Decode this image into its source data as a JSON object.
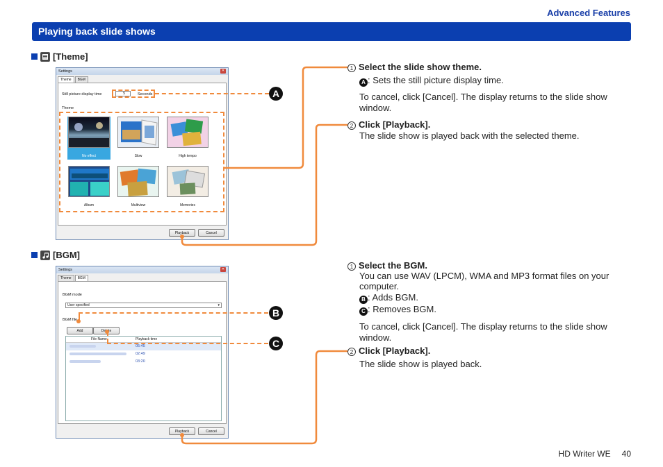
{
  "header": {
    "section_label": "Advanced Features",
    "banner_title": "Playing back slide shows"
  },
  "theme_section": {
    "heading": "[Theme]",
    "dialog": {
      "title": "Settings",
      "close": "✕",
      "tabs": [
        "Theme",
        "BGM"
      ],
      "still_label": "Still picture display time",
      "still_value": "5",
      "seconds_label": "Seconds",
      "theme_label": "Theme",
      "themes": [
        "No effect",
        "Slow",
        "High tempo",
        "Album",
        "Multiview",
        "Memories"
      ],
      "playback_button": "Playback",
      "cancel_button": "Cancel"
    },
    "markers": {
      "a": "A"
    },
    "steps": {
      "step1_num": "1",
      "step1_title": "Select the slide show theme.",
      "step1_a_text": ": Sets the still picture display time.",
      "step1_cancel": "To cancel, click [Cancel]. The display returns to the slide show window.",
      "step2_num": "2",
      "step2_title": "Click [Playback].",
      "step2_text": "The slide show is played back with the selected theme."
    }
  },
  "bgm_section": {
    "heading": "[BGM]",
    "dialog": {
      "title": "Settings",
      "close": "✕",
      "tabs": [
        "Theme",
        "BGM"
      ],
      "mode_label": "BGM mode",
      "mode_value": "User specified",
      "file_label": "BGM file",
      "add_button": "Add",
      "delete_button": "Delete",
      "col_file": "File Name",
      "col_time": "Playback time",
      "times": [
        "05:45",
        "02:49",
        "03:20"
      ],
      "playback_button": "Playback",
      "cancel_button": "Cancel"
    },
    "markers": {
      "b": "B",
      "c": "C"
    },
    "steps": {
      "step1_num": "1",
      "step1_title": "Select the BGM.",
      "step1_text": "You can use WAV (LPCM), WMA and MP3 format files on your computer.",
      "step1_b_text": ": Adds BGM.",
      "step1_c_text": ": Removes BGM.",
      "step1_cancel": "To cancel, click [Cancel]. The display returns to the slide show window.",
      "step2_num": "2",
      "step2_title": "Click [Playback].",
      "step2_text": "The slide show is played back."
    }
  },
  "footer": {
    "product": "HD Writer WE",
    "page": "40"
  },
  "colors": {
    "banner": "#0b3fb0",
    "accent_orange": "#f08a3c",
    "selected_theme": "#39a7e0"
  }
}
